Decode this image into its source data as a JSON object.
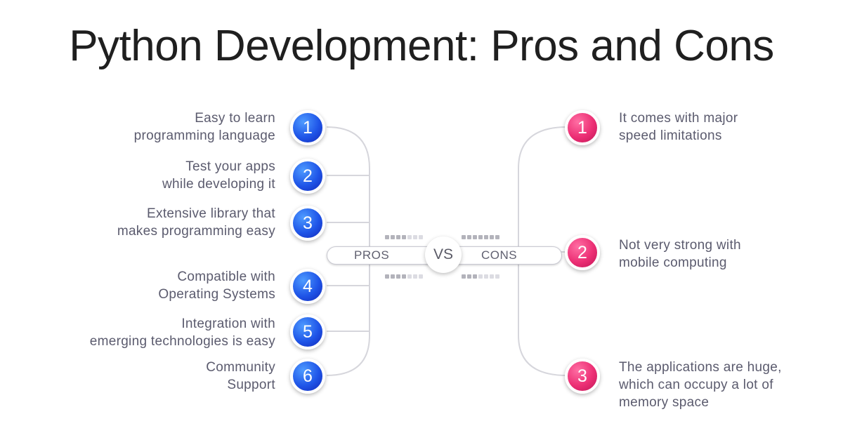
{
  "title": "Python Development: Pros and Cons",
  "center": {
    "pros_label": "PROS",
    "vs_label": "VS",
    "cons_label": "CONS"
  },
  "pros": [
    {
      "number": "1",
      "lines": [
        "Easy to learn",
        "programming language"
      ]
    },
    {
      "number": "2",
      "lines": [
        "Test your apps",
        "while developing it"
      ]
    },
    {
      "number": "3",
      "lines": [
        "Extensive library that",
        "makes programming easy"
      ]
    },
    {
      "number": "4",
      "lines": [
        "Compatible with",
        "Operating Systems"
      ]
    },
    {
      "number": "5",
      "lines": [
        "Integration with",
        "emerging technologies is easy"
      ]
    },
    {
      "number": "6",
      "lines": [
        "Community",
        "Support"
      ]
    }
  ],
  "cons": [
    {
      "number": "1",
      "lines": [
        "It comes with major",
        "speed limitations"
      ]
    },
    {
      "number": "2",
      "lines": [
        "Not very strong with",
        "mobile computing"
      ]
    },
    {
      "number": "3",
      "lines": [
        "The applications are huge,",
        "which can occupy a lot of",
        "memory space"
      ]
    }
  ],
  "colors": {
    "pros_accent": "#1f55e8",
    "cons_accent": "#ec2f74",
    "text": "#5b5b6e",
    "title": "#1f1f1f"
  }
}
